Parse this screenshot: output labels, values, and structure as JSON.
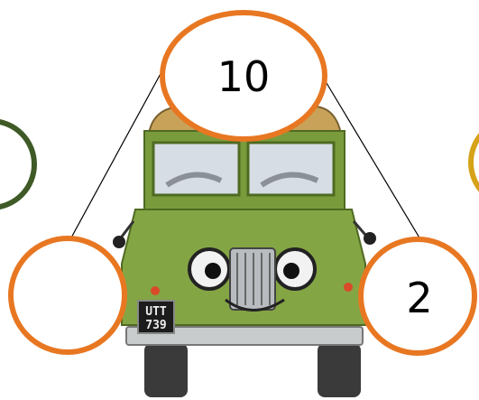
{
  "bond": {
    "whole": "10",
    "part_left": "",
    "part_right": "2"
  },
  "car": {
    "plate_line1": "UTT",
    "plate_line2": "739"
  },
  "colors": {
    "circle_stroke": "#e87722",
    "left_partial_circle": "#3f5a26",
    "right_partial_circle": "#d6a318",
    "car_body": "#7a9b3c",
    "car_roof": "#c9a25a"
  },
  "icons": [
    "landrover-car-illustration"
  ]
}
